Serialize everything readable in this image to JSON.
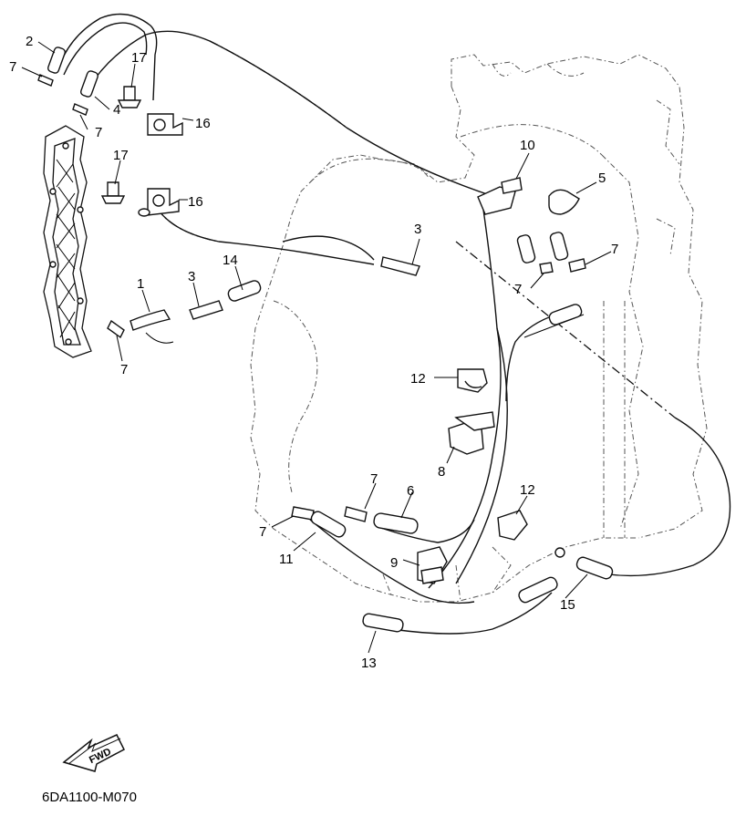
{
  "diagram_code": "6DA1100-M070",
  "fwd_label": "FWD",
  "callouts": {
    "c1": "1",
    "c2": "2",
    "c3a": "3",
    "c3b": "3",
    "c4": "4",
    "c5": "5",
    "c6": "6",
    "c7a": "7",
    "c7b": "7",
    "c7c": "7",
    "c7d": "7",
    "c7e": "7",
    "c7f": "7",
    "c7g": "7",
    "c8": "8",
    "c9": "9",
    "c10": "10",
    "c11": "11",
    "c12a": "12",
    "c12b": "12",
    "c13": "13",
    "c14": "14",
    "c15": "15",
    "c16a": "16",
    "c16b": "16",
    "c17a": "17",
    "c17b": "17"
  }
}
